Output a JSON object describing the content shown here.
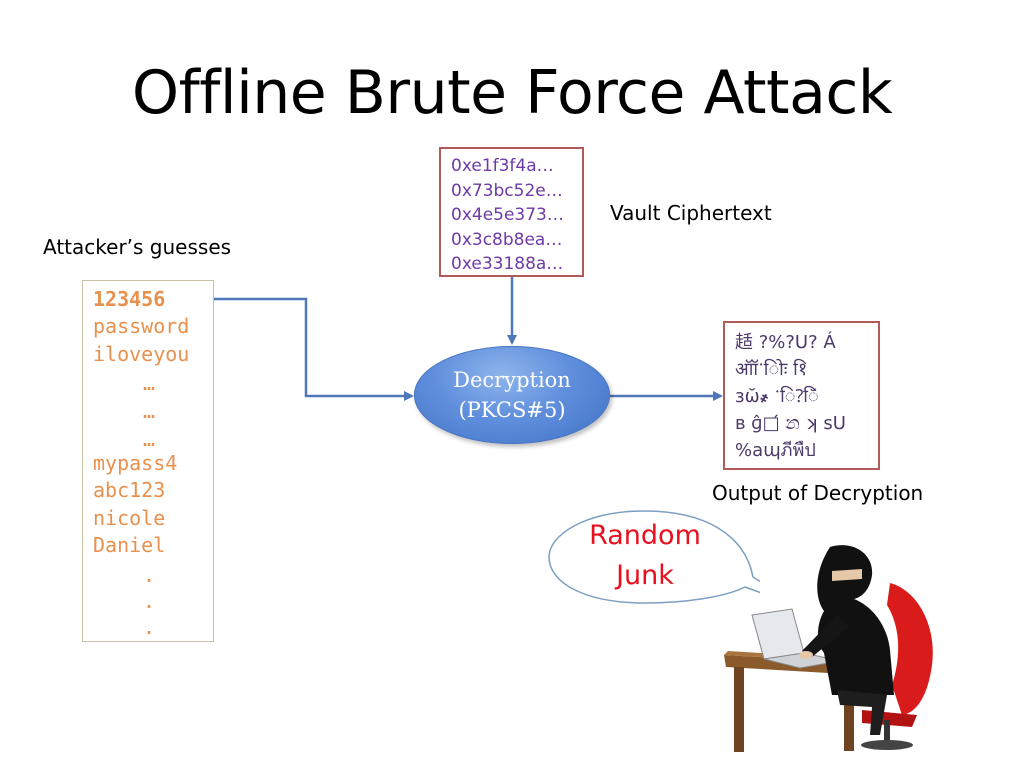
{
  "title": "Offline Brute Force Attack",
  "guesses_label": "Attacker’s guesses",
  "guesses": [
    "123456",
    "password",
    "iloveyou",
    "…",
    "…",
    "…",
    "mypass4",
    "abc123",
    "nicole",
    "Daniel",
    ".",
    ".",
    "."
  ],
  "ciphertext": {
    "label": "Vault Ciphertext",
    "lines": [
      "0xe1f3f4a…",
      "0x73bc52e…",
      "0x4e5e373…",
      "0x3c8b8ea…",
      "0xe33188a…"
    ]
  },
  "decryption": {
    "line1": "Decryption",
    "line2": "(PKCS#5)"
  },
  "output": {
    "label": "Output of Decryption",
    "lines": [
      "趏 ?%?U? Á",
      "ऑॉॱिोः १ि",
      "̆ɜѡ̆҂ ॱि?ि̆",
      "ʙ ɡ̂□́ න ʞ sU",
      "%aɰภีพืป"
    ]
  },
  "speech": {
    "line1": "Random",
    "line2": "Junk"
  },
  "icons": {
    "attacker": "hooded-attacker-at-laptop-icon"
  },
  "colors": {
    "guess_text": "#e8914e",
    "cipher_text": "#6d3aa6",
    "box_border": "#b05a5a",
    "arrow": "#4f78b8",
    "speech_text": "#e8101e"
  }
}
